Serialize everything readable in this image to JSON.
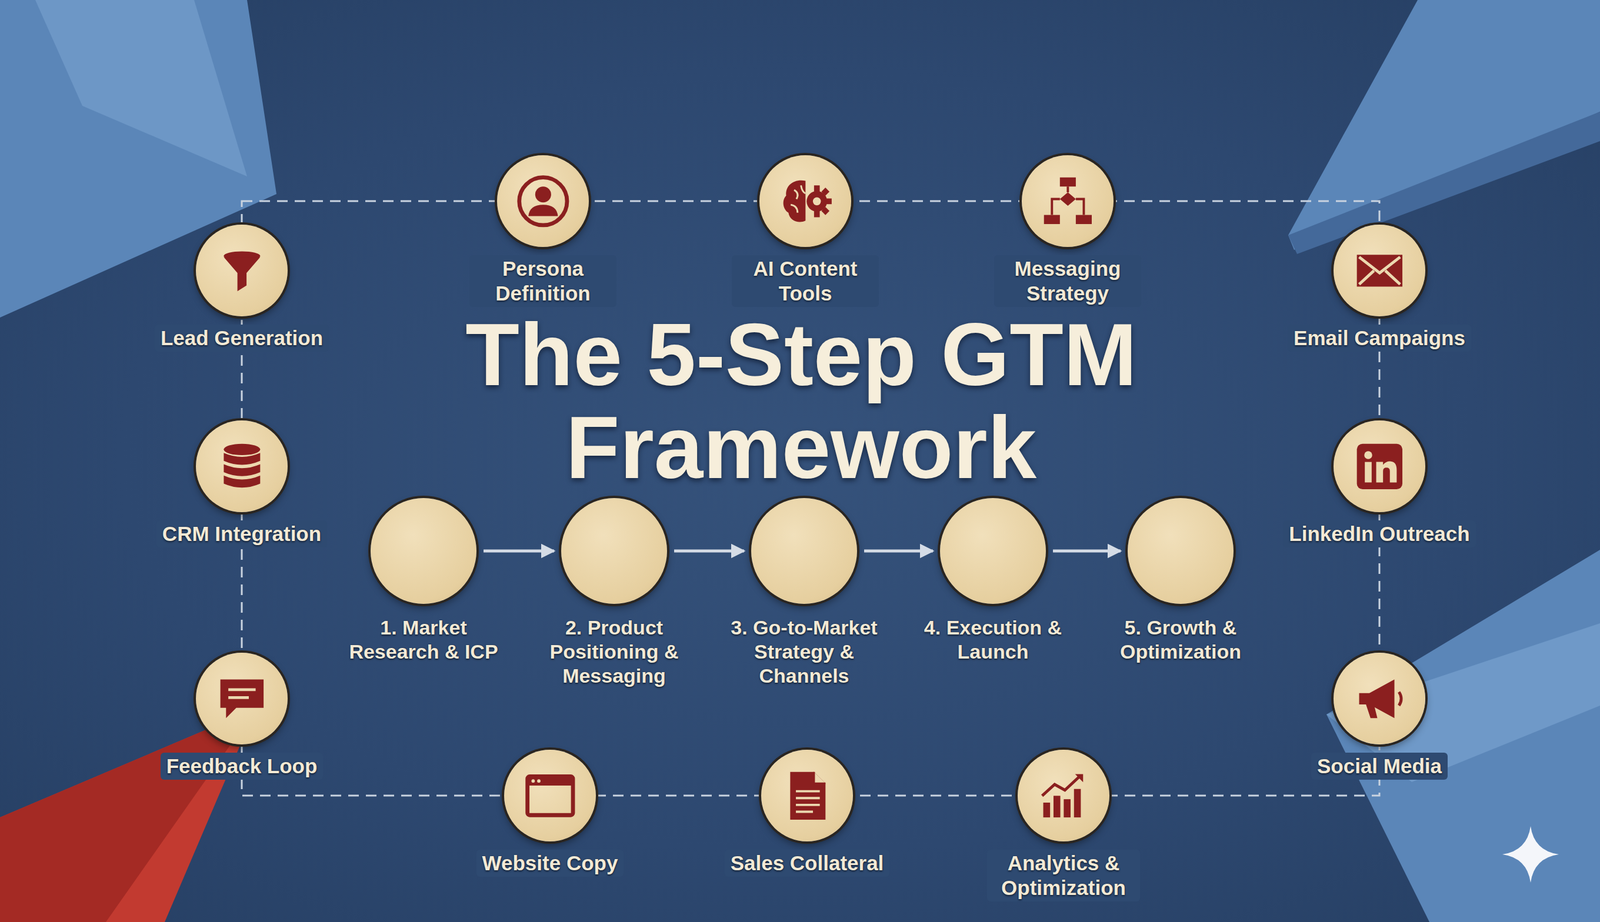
{
  "diagram": {
    "title": "The 5-Step GTM Framework",
    "nodes": [
      {
        "text": [
          "Lead Generation"
        ]
      },
      {
        "text": [
          "Persona Definition"
        ]
      },
      {
        "text": [
          "AI Content Tools"
        ]
      },
      {
        "text": [
          "Messaging Strategy"
        ]
      },
      {
        "text": [
          "Email Campaigns"
        ]
      },
      {
        "text": [
          "CRM Integration"
        ]
      },
      {
        "text": [
          "LinkedIn Outreach"
        ]
      },
      {
        "text": [
          "1. Market Research & ICP"
        ]
      },
      {
        "text": [
          "2. Product Positioning & Messaging"
        ]
      },
      {
        "text": [
          "3. Go-to-Market Strategy & Channels"
        ]
      },
      {
        "text": [
          "4. Execution & Launch"
        ]
      },
      {
        "text": [
          "5. Growth & Optimization"
        ]
      },
      {
        "text": [
          "Feedback Loop"
        ]
      },
      {
        "text": [
          "Social Media"
        ]
      },
      {
        "text": [
          "Website Copy"
        ]
      },
      {
        "text": [
          "Sales Collateral"
        ]
      },
      {
        "text": [
          "Analytics & Optimization"
        ]
      }
    ],
    "edges": [
      {
        "from": 7,
        "to": 8,
        "arrow": "to"
      },
      {
        "from": 8,
        "to": 9,
        "arrow": "to"
      },
      {
        "from": 9,
        "to": 10,
        "arrow": "to"
      },
      {
        "from": 10,
        "to": 11,
        "arrow": "to"
      }
    ]
  }
}
